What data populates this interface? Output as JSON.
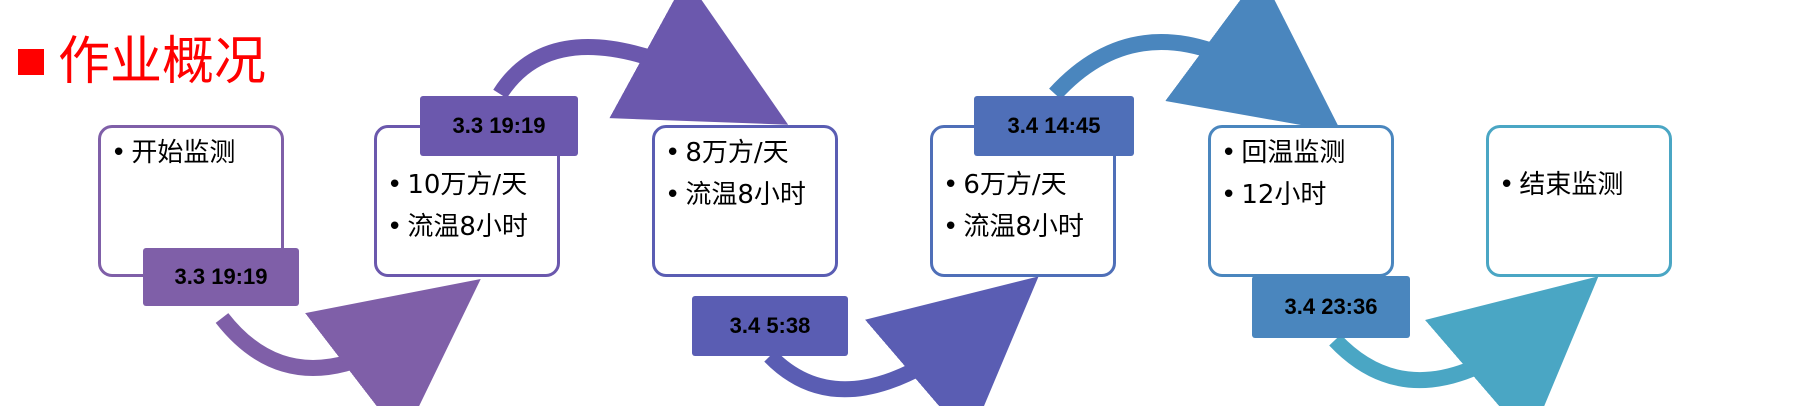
{
  "title": "作业概况",
  "colors": {
    "title": "#ff0000",
    "stage1": "#7f5fa8",
    "stage2": "#6b58ad",
    "stage3": "#5a5db3",
    "stage4": "#4f6fb8",
    "stage5": "#4a86be",
    "stage6": "#4aa6c4"
  },
  "stages": [
    {
      "bullets": [
        "开始监测"
      ],
      "tag": "3.3 19:19"
    },
    {
      "bullets": [
        "10万方/天",
        "流温8小时"
      ],
      "tag": "3.3 19:19"
    },
    {
      "bullets": [
        "8万方/天",
        "流温8小时"
      ],
      "tag": "3.4 5:38"
    },
    {
      "bullets": [
        "6万方/天",
        "流温8小时"
      ],
      "tag": "3.4 14:45"
    },
    {
      "bullets": [
        "回温监测",
        "12小时"
      ],
      "tag": "3.4 23:36"
    },
    {
      "bullets": [
        "结束监测"
      ],
      "tag": ""
    }
  ]
}
